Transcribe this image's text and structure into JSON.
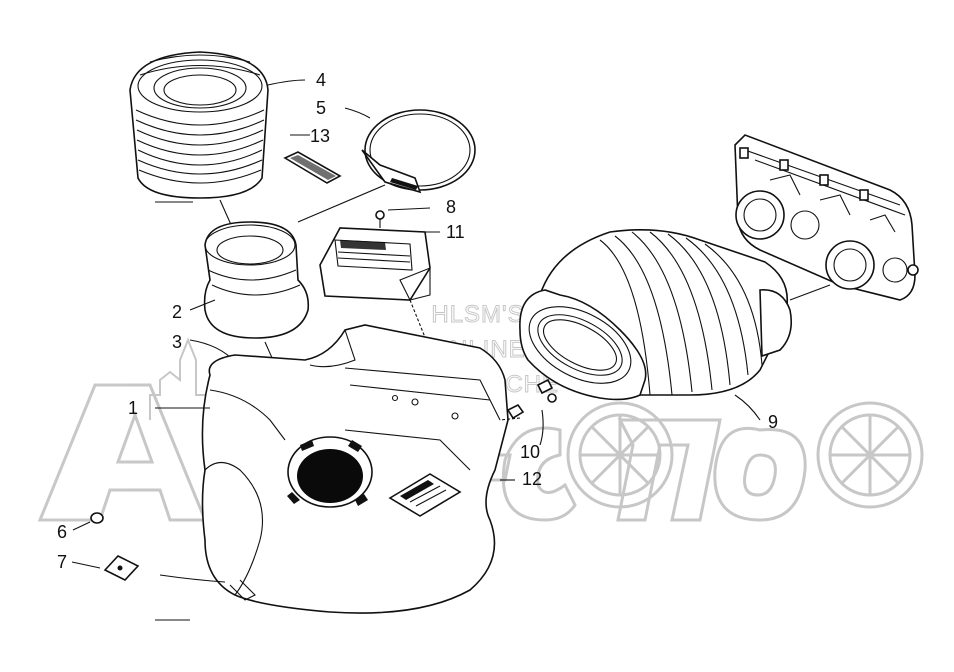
{
  "callouts": {
    "c1": "1",
    "c2": "2",
    "c3": "3",
    "c4": "4",
    "c5": "5",
    "c6": "6",
    "c7": "7",
    "c8": "8",
    "c9": "9",
    "c10": "10",
    "c11": "11",
    "c12": "12",
    "c13": "13"
  },
  "watermark": {
    "line1": "HLSM'S",
    "line2": "ONLINE",
    "line3": "MICROFICHE",
    "logo_text": "ArcticCat"
  },
  "colors": {
    "line": "#111111",
    "watermark": "#9a9a9a",
    "background": "#ffffff"
  }
}
